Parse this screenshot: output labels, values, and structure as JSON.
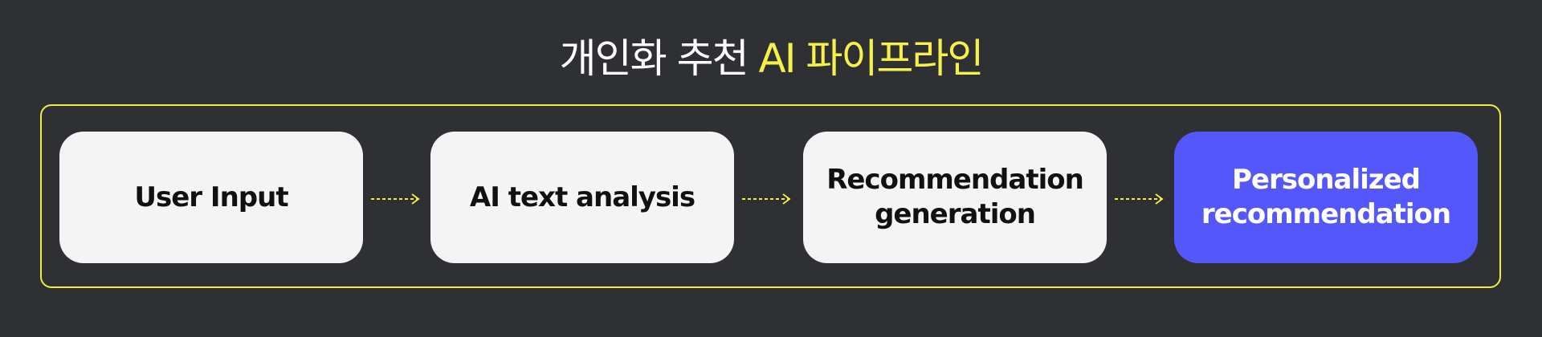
{
  "title": {
    "main": "개인화 추천",
    "accent": "AI 파이프라인"
  },
  "colors": {
    "background": "#2f3034",
    "accent": "#f6f04a",
    "box": "#f4f4f4",
    "highlight": "#5457f9"
  },
  "steps": [
    {
      "label": "User Input",
      "icon": "none"
    },
    {
      "label": "AI text analysis",
      "icon": "none"
    },
    {
      "label": "Recommendation generation",
      "icon": "none"
    },
    {
      "label": "Personalized recommendation",
      "icon": "none"
    }
  ],
  "connector": {
    "style": "dashed-arrow",
    "icon": "dashed-arrow-right-icon"
  }
}
